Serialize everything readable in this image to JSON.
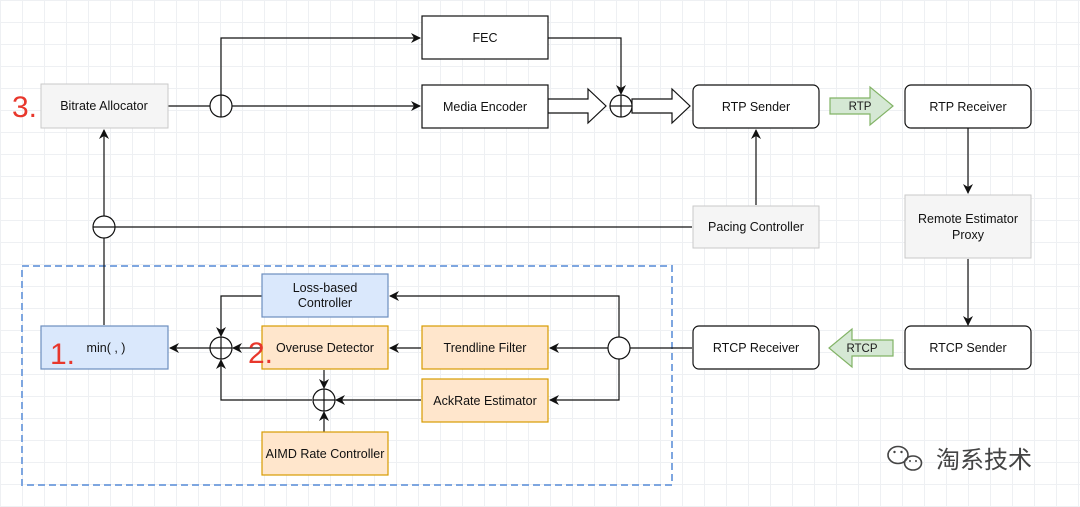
{
  "nodes": {
    "fec": "FEC",
    "media_encoder": "Media Encoder",
    "bitrate_allocator": "Bitrate Allocator",
    "rtp_sender": "RTP Sender",
    "rtp_receiver": "RTP Receiver",
    "remote_estimator_proxy_line1": "Remote Estimator",
    "remote_estimator_proxy_line2": "Proxy",
    "pacing_controller": "Pacing Controller",
    "loss_based_controller_line1": "Loss-based",
    "loss_based_controller_line2": "Controller",
    "min": "min( , )",
    "overuse_detector": "Overuse Detector",
    "trendline_filter": "Trendline Filter",
    "rtcp_receiver": "RTCP Receiver",
    "rtcp_sender": "RTCP Sender",
    "ackrate_estimator": "AckRate Estimator",
    "aimd_rate_controller": "AIMD Rate Controller"
  },
  "labels": {
    "num1": "1.",
    "num2": "2.",
    "num3": "3."
  },
  "arrows": {
    "rtp": "RTP",
    "rtcp": "RTCP"
  },
  "watermark": {
    "text": "淘系技术",
    "icon": "wechat-icon"
  },
  "colors": {
    "white_fill": "#ffffff",
    "grey_fill": "#f5f5f5",
    "blue_fill": "#dae8fc",
    "blue_stroke": "#6c8ebf",
    "orange_fill": "#ffe6cc",
    "orange_stroke": "#d79b00",
    "green_fill": "#d5e8d4",
    "green_stroke": "#82b366",
    "number_red": "#e8372c"
  }
}
